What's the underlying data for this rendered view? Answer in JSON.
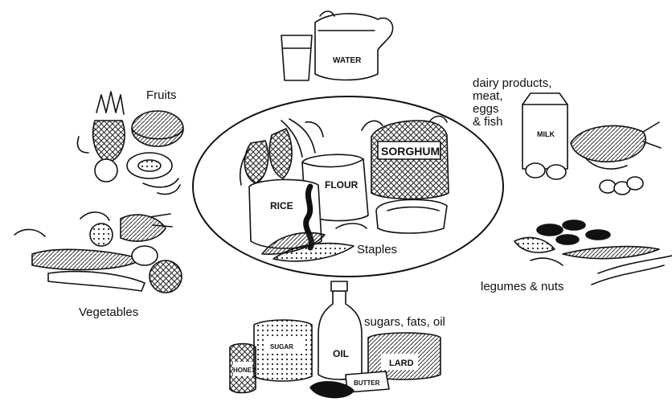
{
  "labels": {
    "fruits": "Fruits",
    "dairy": "dairy products,\nmeat,\neggs\n& fish",
    "vegetables": "Vegetables",
    "legumes": "legumes & nuts",
    "sugars": "sugars, fats, oil",
    "staples": "Staples"
  },
  "item_tags": {
    "water": "WATER",
    "milk": "MILK",
    "sorghum": "SORGHUM",
    "flour": "FLOUR",
    "rice": "RICE",
    "sugar": "SUGAR",
    "oil": "OIL",
    "lard": "LARD",
    "honey": "HONEY",
    "butter": "BUTTER"
  },
  "colors": {
    "ink": "#111111",
    "paper": "#ffffff",
    "hatch": "#555555"
  }
}
